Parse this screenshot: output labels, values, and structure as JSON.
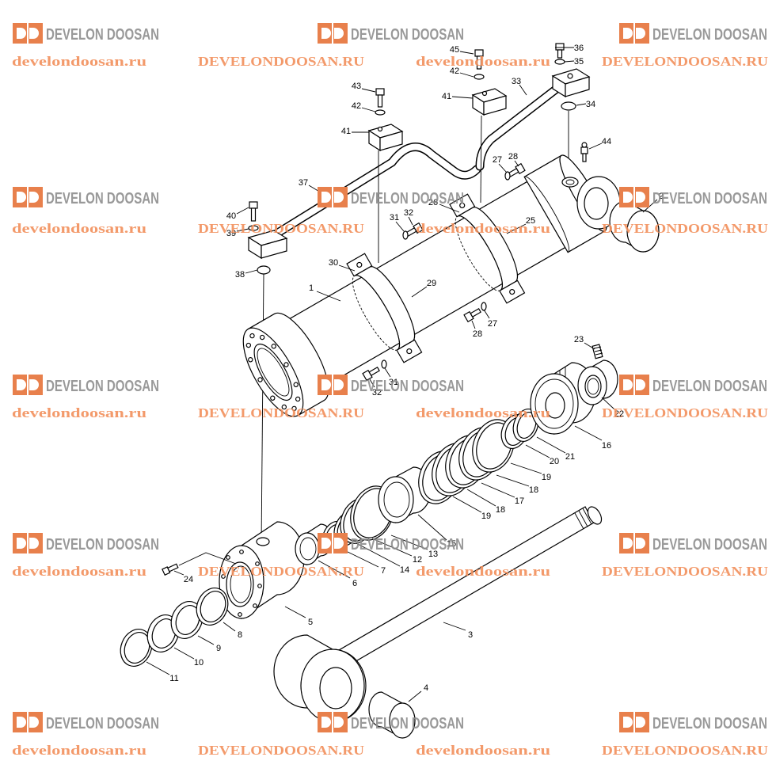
{
  "watermark": {
    "logo": "DEVELON DOOSAN",
    "url_lower": "develondoosan.ru",
    "url_upper": "DEVELONDOOSAN.RU"
  },
  "labels": [
    "45",
    "36",
    "42",
    "35",
    "33",
    "43",
    "41",
    "34",
    "42",
    "41",
    "44",
    "28",
    "27",
    "37",
    "2",
    "26",
    "32",
    "31",
    "40",
    "25",
    "39",
    "30",
    "38",
    "29",
    "1",
    "27",
    "28",
    "23",
    "31",
    "32",
    "22",
    "16",
    "21",
    "20",
    "19",
    "18",
    "17",
    "18",
    "19",
    "15",
    "13",
    "12",
    "14",
    "7",
    "6",
    "24",
    "5",
    "8",
    "3",
    "9",
    "10",
    "11",
    "4"
  ],
  "colors": {
    "line": "#000000",
    "logo_icon": "#e8804c",
    "logo_text": "#8e8e8e",
    "url_text": "#f2905c"
  }
}
